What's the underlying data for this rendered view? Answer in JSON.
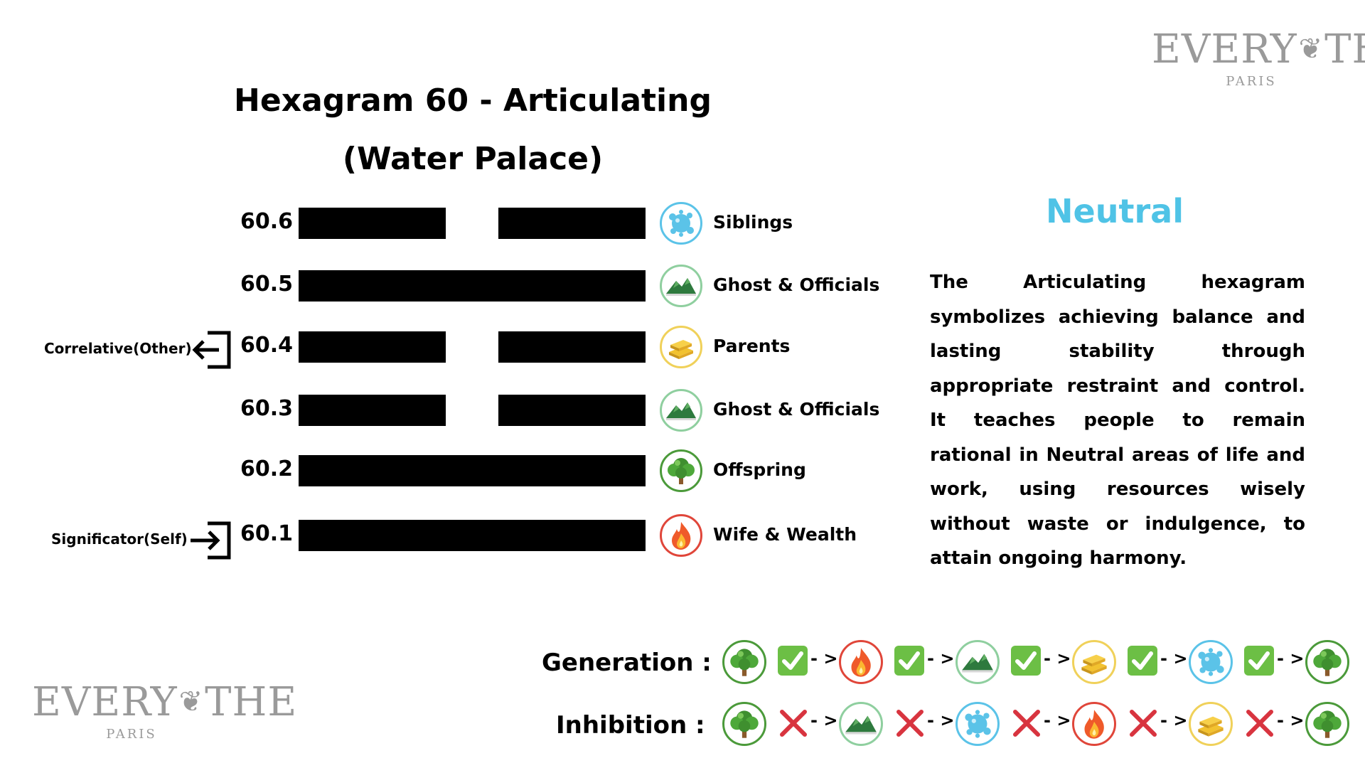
{
  "logo": {
    "brand_left": "EVERY",
    "brand_right": "THE",
    "city": "PARIS"
  },
  "title": {
    "line1": "Hexagram 60 - Articulating",
    "line2": "(Water Palace)"
  },
  "lines": [
    {
      "num": "60.6",
      "type": "yin",
      "relation": "Siblings",
      "element": "water-icon"
    },
    {
      "num": "60.5",
      "type": "yang",
      "relation": "Ghost & Officials",
      "element": "earth-icon"
    },
    {
      "num": "60.4",
      "type": "yin",
      "relation": "Parents",
      "element": "metal-icon"
    },
    {
      "num": "60.3",
      "type": "yin",
      "relation": "Ghost & Officials",
      "element": "earth-icon"
    },
    {
      "num": "60.2",
      "type": "yang",
      "relation": "Offspring",
      "element": "wood-icon"
    },
    {
      "num": "60.1",
      "type": "yang",
      "relation": "Wife & Wealth",
      "element": "fire-icon"
    }
  ],
  "markers": {
    "correlative": "Correlative(Other)",
    "significator": "Significator(Self)"
  },
  "fortune": "Neutral",
  "description": "The Articulating hexagram symbolizes achieving balance and lasting stability through appropriate restraint and control. It teaches people to remain rational in Neutral areas of life and work, using resources wisely without waste or indulgence, to attain ongoing harmony.",
  "cycles": {
    "generation_label": "Generation :",
    "inhibition_label": "Inhibition :",
    "arrow": "- >",
    "generation": [
      "wood-icon",
      "fire-icon",
      "earth-icon",
      "metal-icon",
      "water-icon",
      "wood-icon"
    ],
    "inhibition": [
      "wood-icon",
      "earth-icon",
      "water-icon",
      "fire-icon",
      "metal-icon",
      "wood-icon"
    ]
  },
  "colors": {
    "water": "#5bc3e8",
    "earth": "#8fcf9f",
    "metal": "#f0d15a",
    "wood": "#4b9a3a",
    "fire": "#e0463a",
    "fortune": "#4fc3e6",
    "check": "#6cbf45",
    "cross": "#d8343f"
  }
}
